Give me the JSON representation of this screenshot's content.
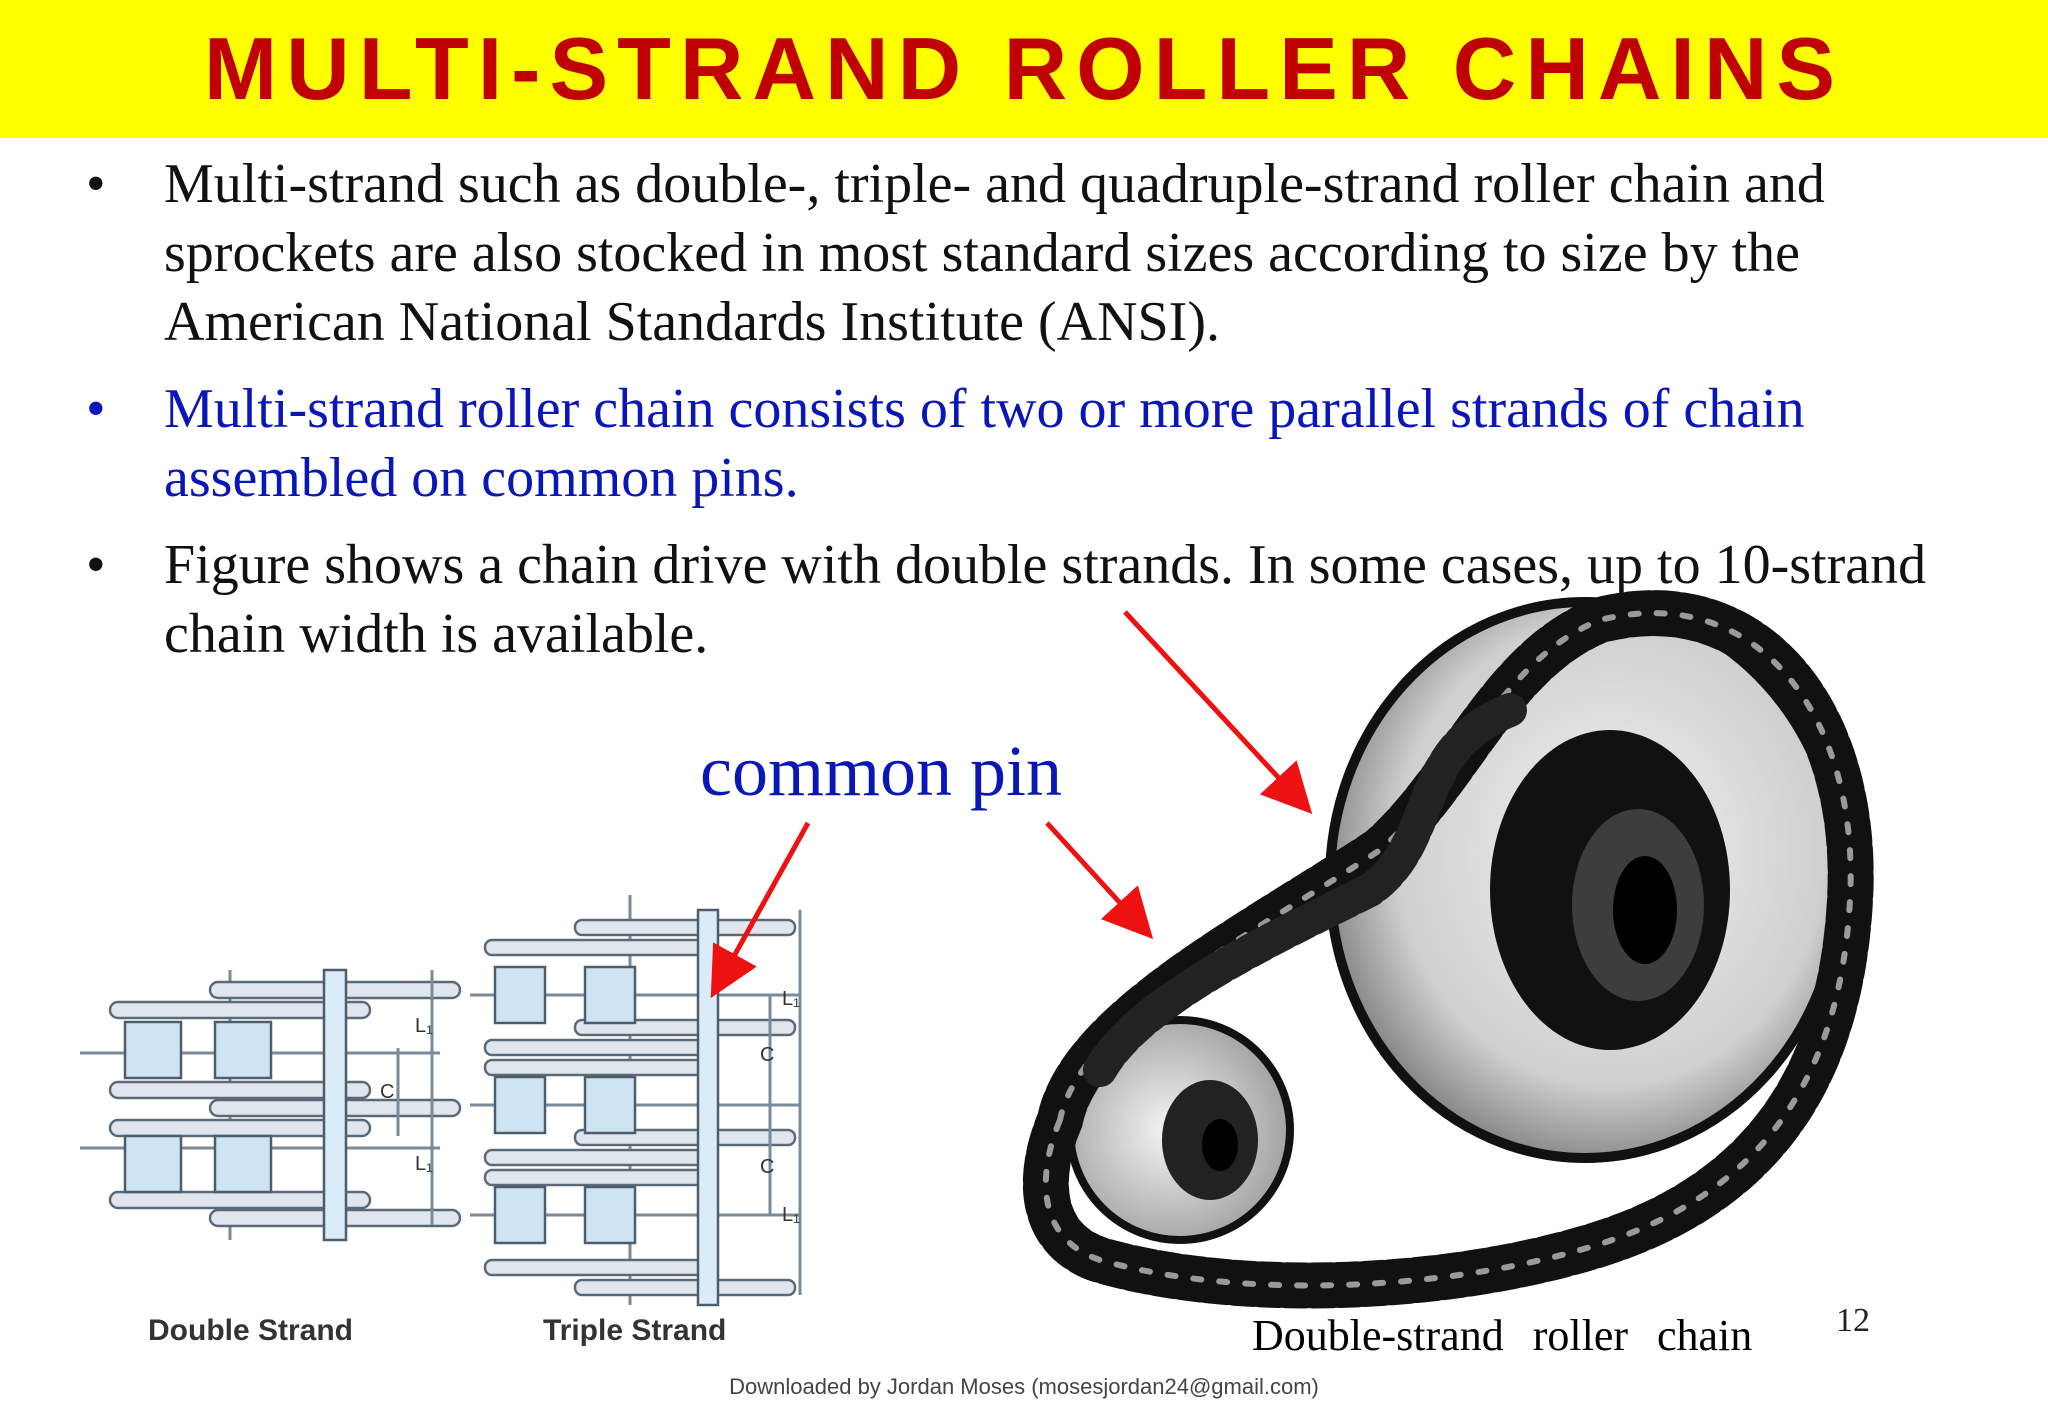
{
  "title": "MULTI-STRAND ROLLER CHAINS",
  "bullets": [
    {
      "marker": "•",
      "text": "Multi-strand such as double-, triple- and quadruple-strand roller chain and sprockets are also stocked in most standard sizes according to size by the American National Standards Institute (ANSI)."
    },
    {
      "marker": "•",
      "text": "Multi-strand roller chain consists of two or more parallel strands of chain assembled on common pins."
    },
    {
      "marker": "•",
      "text": "Figure shows a chain drive with double strands.  In some cases, up to 10-strand chain width is available."
    }
  ],
  "figure": {
    "callout_label": "common pin",
    "double_strand_caption": "Double Strand",
    "triple_strand_caption": "Triple Strand",
    "photo_caption": "Double-strand roller chain",
    "dimension_labels": {
      "l1": "L₁",
      "c": "C"
    }
  },
  "page_number": "12",
  "footer": "Downloaded by Jordan Moses (mosesjordan24@gmail.com)",
  "colors": {
    "title_bg": "#ffff00",
    "title_text": "#c00000",
    "highlight_text": "#0a16b8",
    "arrow": "#ee1111"
  }
}
